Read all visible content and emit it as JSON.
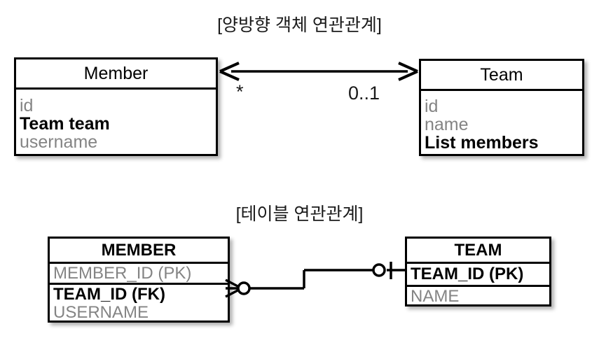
{
  "diagram": {
    "type": "uml-er-diagram",
    "background": "#ffffff",
    "line_color": "#000000",
    "muted_text_color": "#848484",
    "emphasis_text_color": "#000000"
  },
  "sections": {
    "object_model": {
      "title": "[양방향 객체 연관관계]",
      "member_class": {
        "name": "Member",
        "attributes": [
          {
            "text": "id",
            "emphasis": false
          },
          {
            "text": "Team team",
            "emphasis": true
          },
          {
            "text": "username",
            "emphasis": false
          }
        ]
      },
      "team_class": {
        "name": "Team",
        "attributes": [
          {
            "text": "id",
            "emphasis": false
          },
          {
            "text": "name",
            "emphasis": false
          },
          {
            "text": "List members",
            "emphasis": true
          }
        ]
      },
      "association": {
        "style": "bidirectional-double-arrow",
        "source_multiplicity": "*",
        "target_multiplicity": "0..1"
      }
    },
    "table_model": {
      "title": "[테이블 연관관계]",
      "member_table": {
        "name": "MEMBER",
        "columns": [
          {
            "text": "MEMBER_ID (PK)",
            "emphasis": false
          },
          {
            "text": "TEAM_ID (FK)",
            "emphasis": true
          },
          {
            "text": "USERNAME",
            "emphasis": false
          }
        ]
      },
      "team_table": {
        "name": "TEAM",
        "columns": [
          {
            "text": "TEAM_ID (PK)",
            "emphasis": true
          },
          {
            "text": "NAME",
            "emphasis": false
          }
        ]
      },
      "relationship": {
        "style": "crows-foot",
        "member_side_symbol": "zero-or-many",
        "team_side_symbol": "zero-or-one"
      }
    }
  }
}
